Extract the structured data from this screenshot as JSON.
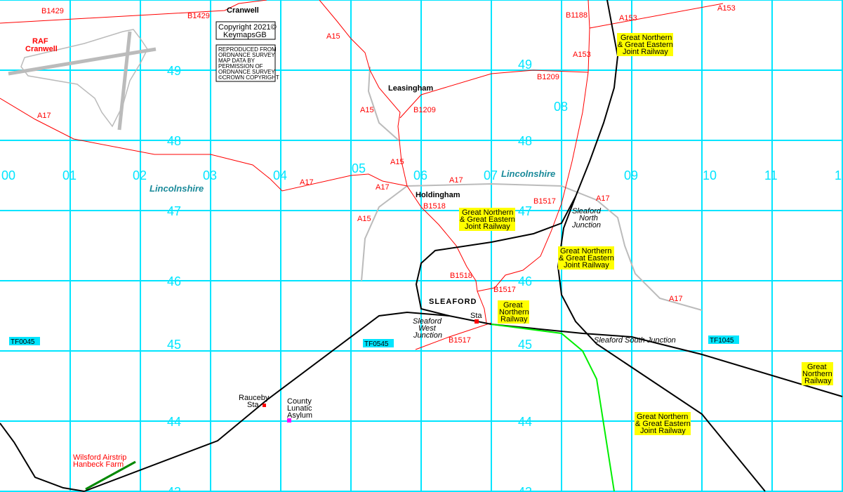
{
  "grid": {
    "cols": [
      "00",
      "01",
      "02",
      "03",
      "04",
      "05",
      "06",
      "07",
      "08",
      "09",
      "10",
      "11",
      "1"
    ],
    "rows_left": [
      "49",
      "48",
      "47",
      "46",
      "45",
      "44",
      "43"
    ],
    "rows_right": [
      "49",
      "48",
      "47",
      "46",
      "45",
      "44",
      "43"
    ]
  },
  "tiles": [
    "TF0045",
    "TF0545",
    "TF1045"
  ],
  "copyright": {
    "line1": "Copyright 2021©",
    "line2": "KeymapsGB",
    "os": [
      "REPRODUCED FROM",
      "ORDNANCE SURVEY",
      "MAP DATA BY",
      "PERMISSION OF",
      "ORDNANCE SURVEY",
      "©CROWN COPYRIGHT"
    ]
  },
  "places": {
    "cranwell": "Cranwell",
    "raf": [
      "RAF",
      "Cranwell"
    ],
    "leasingham": "Leasingham",
    "holdingham": "Holdingham",
    "sleaford": "SLEAFORD",
    "county1": "Lincolnshire",
    "county2": "Lincolnshire",
    "rauceby": [
      "Rauceby",
      "Sta"
    ],
    "asylum": [
      "County",
      "Lunatic",
      "Asylum"
    ],
    "airstrip": [
      "Wilsford Airstrip",
      "Hanbeck Farm"
    ],
    "sta": "Sta"
  },
  "roads": {
    "b1429a": "B1429",
    "b1429b": "B1429",
    "a15a": "A15",
    "a15b": "A15",
    "a15c": "A15",
    "a15d": "A15",
    "a17a": "A17",
    "a17b": "A17",
    "a17c": "A17",
    "a17d": "A17",
    "a17e": "A17",
    "a17f": "A17",
    "b1188": "B1188",
    "a153a": "A153",
    "a153b": "A153",
    "a153c": "A153",
    "b1209a": "B1209",
    "b1209b": "B1209",
    "b1518a": "B1518",
    "b1518b": "B1518",
    "b1517a": "B1517",
    "b1517b": "B1517",
    "b1517c": "B1517"
  },
  "railways": {
    "gnge1": [
      "Great Northern",
      "& Great Eastern",
      "Joint Railway"
    ],
    "gnge2": [
      "Great Northern",
      "& Great Eastern",
      "Joint Railway"
    ],
    "gnge3": [
      "Great Northern",
      "& Great Eastern",
      "Joint Railway"
    ],
    "gnge4": [
      "Great Northern",
      "& Great Eastern",
      "Joint Railway"
    ],
    "gn1": [
      "Great",
      "Northern",
      "Railway"
    ],
    "gn2": [
      "Great",
      "Northern",
      "Railway"
    ]
  },
  "junctions": {
    "north": [
      "Sleaford",
      "North",
      "Junction"
    ],
    "west": [
      "Sleaford",
      "West",
      "Junction"
    ],
    "south": "Sleaford South Junction"
  }
}
